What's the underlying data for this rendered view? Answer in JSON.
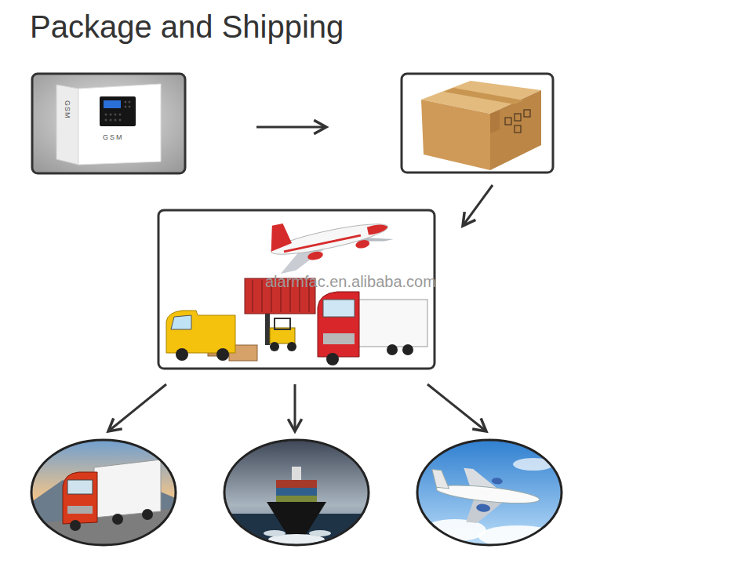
{
  "diagram": {
    "title": "Package and Shipping",
    "labels": [
      "GSM",
      "GSM",
      "alarmfac.en.alibaba.com"
    ]
  }
}
